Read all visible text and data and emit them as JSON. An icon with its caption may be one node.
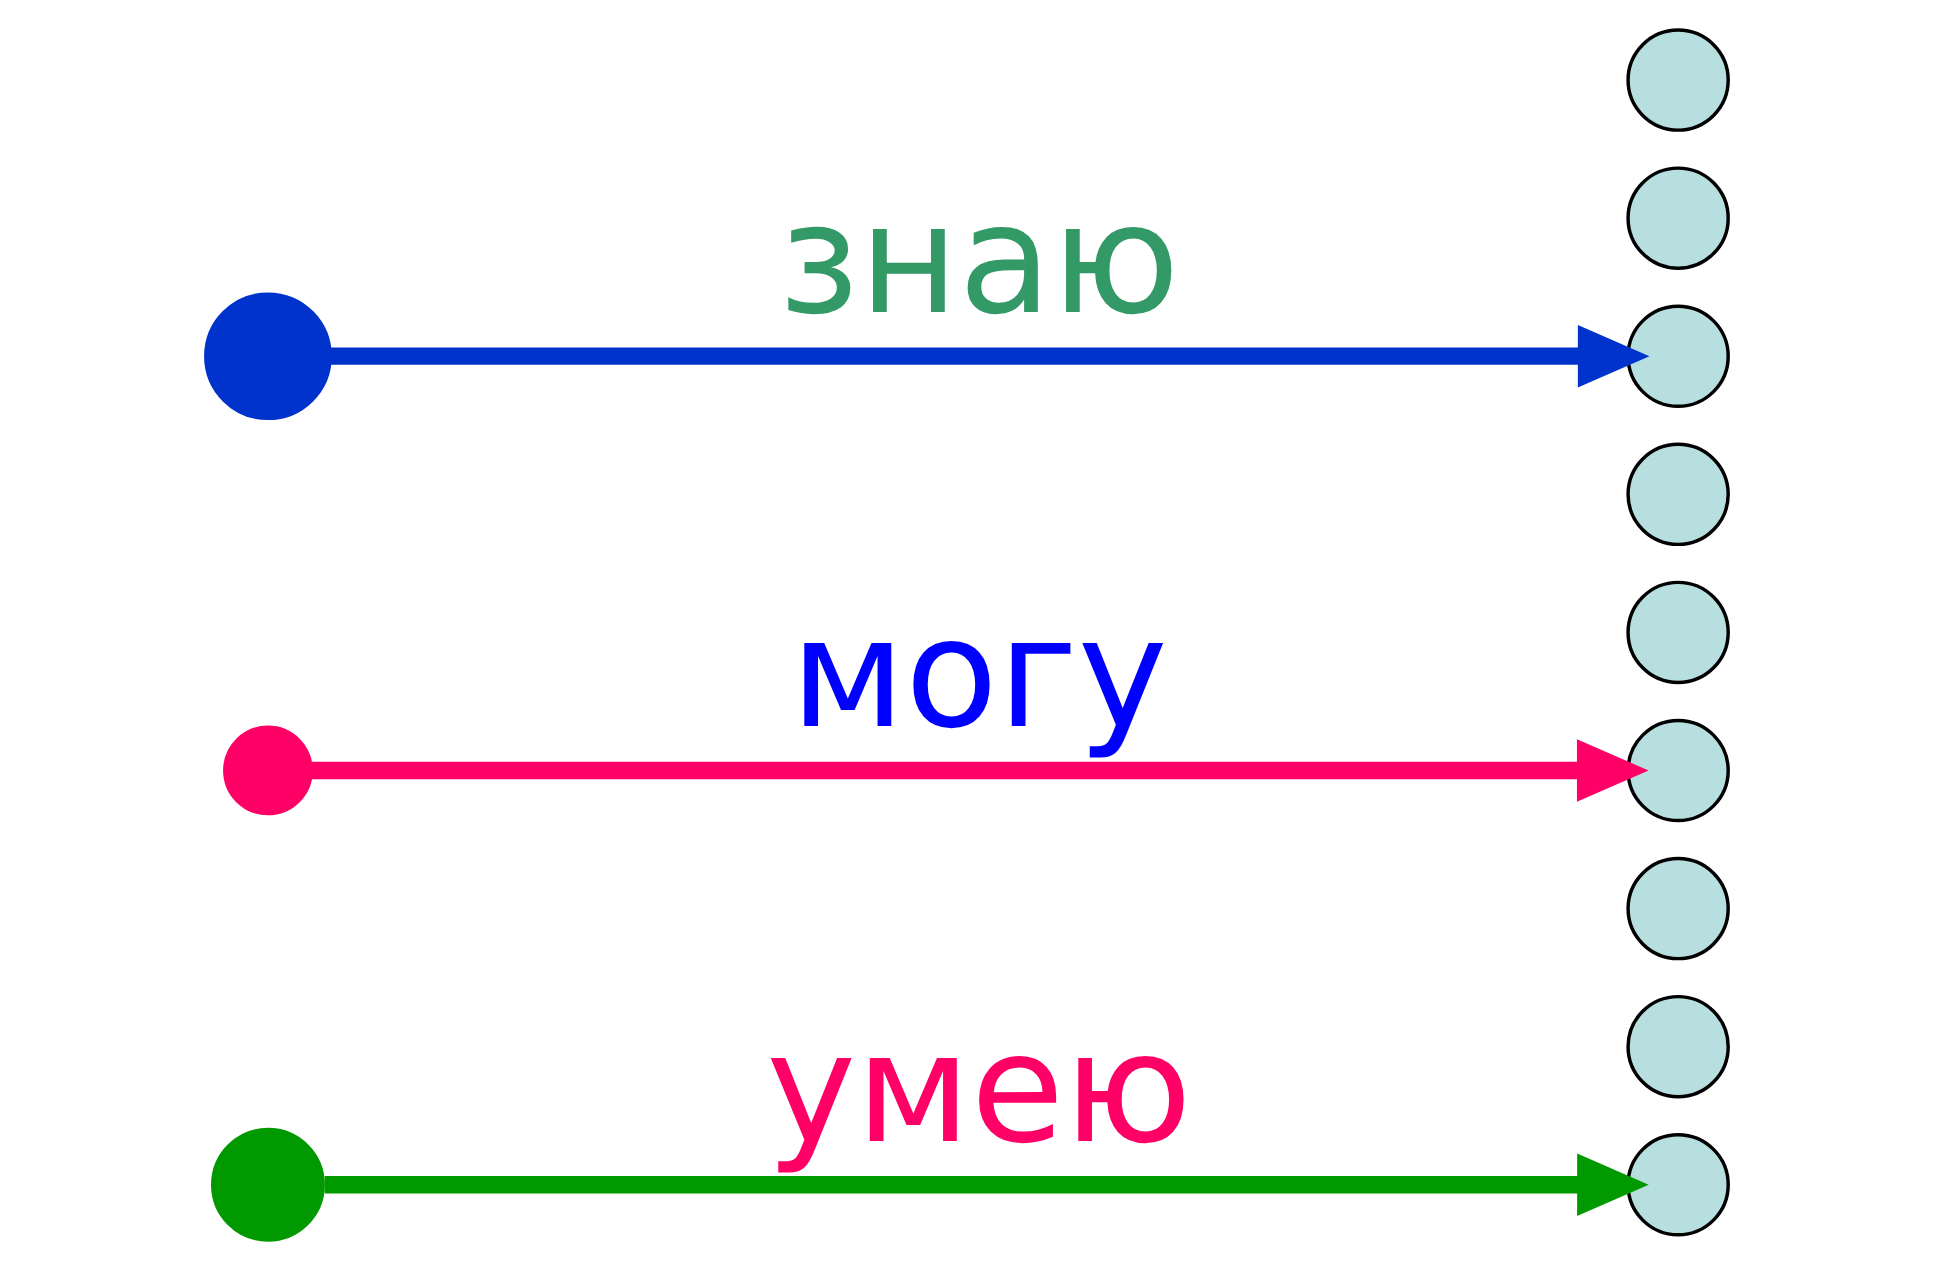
{
  "diagram": {
    "nodes": [
      {
        "text": [],
        "shape": "circle"
      },
      {
        "text": [],
        "shape": "circle"
      },
      {
        "text": [],
        "shape": "circle"
      },
      {
        "text": [],
        "shape": "circle"
      },
      {
        "text": [],
        "shape": "circle"
      },
      {
        "text": [],
        "shape": "circle"
      },
      {
        "text": [],
        "shape": "circle"
      },
      {
        "text": [],
        "shape": "circle"
      },
      {
        "text": [],
        "shape": "circle"
      },
      {
        "text": [],
        "shape": "circle"
      },
      {
        "text": [],
        "shape": "circle"
      },
      {
        "text": [],
        "shape": "circle"
      }
    ],
    "edges": [
      {
        "from": 3,
        "to": 0,
        "arrow": "to",
        "label": "умею",
        "color": "#009900"
      },
      {
        "from": 4,
        "to": 5,
        "arrow": "to",
        "label": "могу",
        "color": "#ff0066"
      },
      {
        "from": 8,
        "to": 9,
        "arrow": "to",
        "label": "знаю",
        "color": "#0033cc"
      }
    ]
  }
}
